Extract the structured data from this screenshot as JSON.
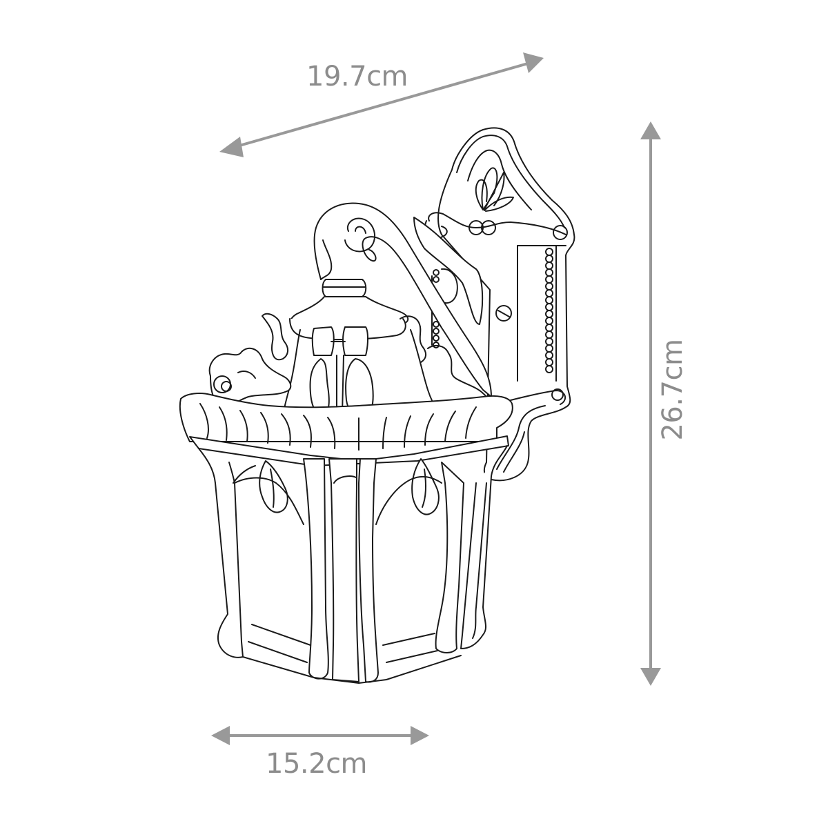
{
  "diagram": {
    "type": "product-dimension-drawing",
    "subject": "ornate outdoor wall lantern (line drawing)",
    "colors": {
      "background": "#ffffff",
      "drawing_line": "#1a1a1a",
      "dimension": "#999999",
      "label": "#8c8c8c"
    },
    "dimensions": {
      "depth": {
        "label": "19.7cm",
        "orientation": "diagonal"
      },
      "height": {
        "label": "26.7cm",
        "orientation": "vertical"
      },
      "width": {
        "label": "15.2cm",
        "orientation": "horizontal"
      }
    }
  }
}
